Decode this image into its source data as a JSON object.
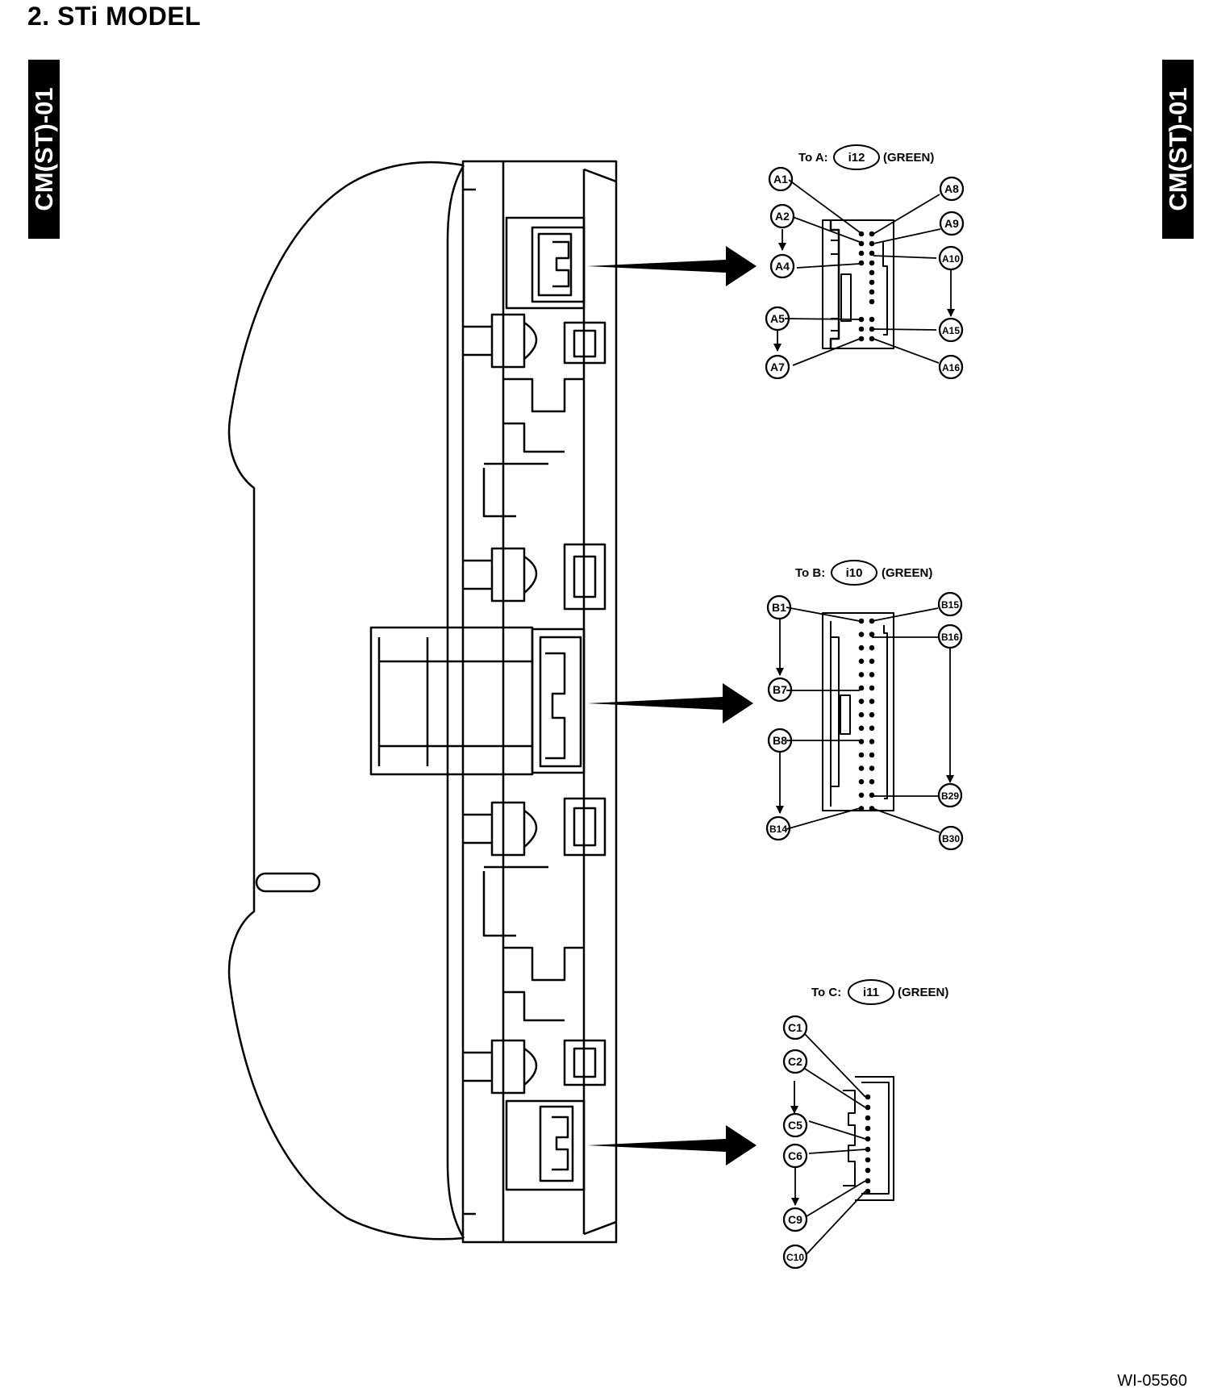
{
  "header": {
    "title": "2.  STi MODEL"
  },
  "side_tabs": {
    "left": "CM(ST)-01",
    "right": "CM(ST)-01"
  },
  "figure_code": "WI-05560",
  "connectors": {
    "a": {
      "prefix": "To A:",
      "code": "i12",
      "color": "(GREEN)",
      "pins": [
        "A1",
        "A2",
        "A4",
        "A5",
        "A7",
        "A8",
        "A9",
        "A10",
        "A15",
        "A16"
      ]
    },
    "b": {
      "prefix": "To B:",
      "code": "i10",
      "color": "(GREEN)",
      "pins": [
        "B1",
        "B7",
        "B8",
        "B14",
        "B15",
        "B16",
        "B29",
        "B30"
      ]
    },
    "c": {
      "prefix": "To C:",
      "code": "i11",
      "color": "(GREEN)",
      "pins": [
        "C1",
        "C2",
        "C5",
        "C6",
        "C9",
        "C10"
      ]
    }
  }
}
